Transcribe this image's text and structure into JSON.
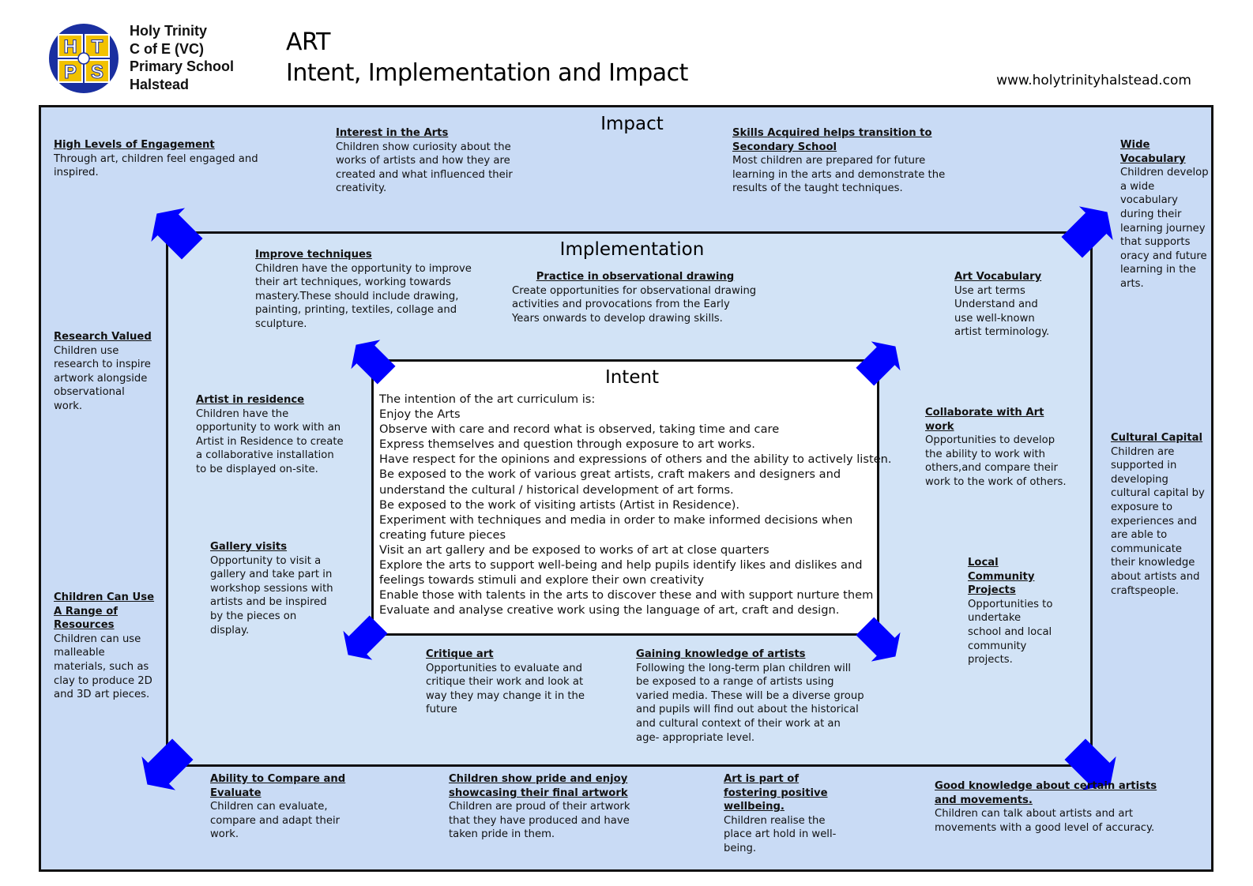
{
  "header": {
    "logo_letters": [
      "H",
      "T",
      "P",
      "S"
    ],
    "school_name_lines": [
      "Holy Trinity",
      "C of E (VC)",
      "Primary School",
      "Halstead"
    ],
    "title_lines": [
      "ART",
      "Intent, Implementation and Impact"
    ],
    "website": "www.holytrinityhalstead.com"
  },
  "colors": {
    "outer_bg": "#c9dbf5",
    "middle_bg": "#d2e3f6",
    "inner_bg": "#ffffff",
    "arrow": "#0000ff",
    "logo_circle": "#1a2fa0",
    "logo_tile": "#f2c200"
  },
  "impact": {
    "title": "Impact",
    "items": [
      {
        "heading": "High Levels of Engagement",
        "body": "Through art, children feel engaged and inspired."
      },
      {
        "heading": "Interest in the Arts",
        "body": "Children show curiosity about the works of artists and how they are created and what influenced their creativity."
      },
      {
        "heading": "Skills Acquired helps transition to Secondary School",
        "body": "Most  children are prepared for future learning in the arts and demonstrate the results of the taught techniques."
      },
      {
        "heading": "Wide Vocabulary",
        "body": "Children develop a wide vocabulary during their learning journey that supports oracy and future learning in the arts."
      },
      {
        "heading": "Research Valued",
        "body": "Children use research to inspire artwork alongside observational work."
      },
      {
        "heading": "Cultural Capital",
        "body": "Children are supported in developing cultural capital by exposure to experiences and are able to communicate their knowledge about artists and craftspeople."
      },
      {
        "heading": "Children Can Use A Range of Resources",
        "body": "Children can use malleable materials, such as clay to produce 2D and 3D art pieces."
      },
      {
        "heading": "Ability to Compare and Evaluate",
        "body": "Children can evaluate, compare and adapt their work."
      },
      {
        "heading": "Children show pride and enjoy showcasing their final artwork",
        "body": "Children are proud of their artwork that they have produced and have taken pride in them."
      },
      {
        "heading": "Art is part of fostering positive wellbeing.",
        "body": "Children realise the place art hold in well-being."
      },
      {
        "heading": "Good knowledge about certain artists and movements.",
        "body": "Children can talk about artists and art movements with a good level of accuracy."
      }
    ]
  },
  "implementation": {
    "title": "Implementation",
    "items": [
      {
        "heading": "Improve techniques",
        "body": "Children  have the opportunity to improve their art techniques, working towards mastery.These should include drawing, painting, printing, textiles, collage and sculpture."
      },
      {
        "heading": "Practice in observational drawing",
        "body": "Create opportunities for  observational drawing activities and provocations from the Early Years onwards to develop drawing skills."
      },
      {
        "heading": "Art Vocabulary",
        "body": "Use art terms Understand and use well-known artist terminology."
      },
      {
        "heading": "Artist in residence",
        "body": "Children have the opportunity to work with an Artist in Residence to create a collaborative installation to be displayed on-site."
      },
      {
        "heading": "Collaborate with Art work",
        "body": "Opportunities to develop the ability to work with others,and compare their work to the work of others."
      },
      {
        "heading": "Gallery visits",
        "body": "Opportunity to visit a gallery and take part in workshop sessions with artists and be inspired by the pieces on display."
      },
      {
        "heading": "Local Community Projects",
        "body": "Opportunities to undertake school and local community projects."
      },
      {
        "heading": "Critique  art",
        "body": "Opportunities to evaluate and critique their work and look at way they may change it in the future"
      },
      {
        "heading": "Gaining knowledge of artists",
        "body": "Following the long-term plan children will be exposed to a range of artists using varied media. These will be a diverse group and pupils will find out about the historical and cultural context of their work at an age- appropriate level."
      }
    ]
  },
  "intent": {
    "title": "Intent",
    "lines": [
      "The intention of the art curriculum is:",
      "Enjoy the Arts",
      "Observe with care and record what is observed, taking time and care",
      "Express themselves and question through exposure to art works.",
      "Have respect for the opinions and expressions of others and the ability to actively listen.",
      "Be exposed to the work of various great artists, craft makers and designers and",
      "understand the cultural / historical development of art forms.",
      "Be exposed to the work of visiting artists (Artist in Residence).",
      "Experiment with techniques and media in order to make informed decisions when",
      "creating future pieces",
      "Visit an art gallery and be exposed to works of art at close quarters",
      "Explore the arts to support well-being and help pupils identify likes and dislikes and",
      "feelings towards stimuli and explore their own creativity",
      "Enable those with talents in the arts to discover these and with support nurture them",
      "Evaluate and analyse creative work using the language of art, craft and design."
    ]
  }
}
